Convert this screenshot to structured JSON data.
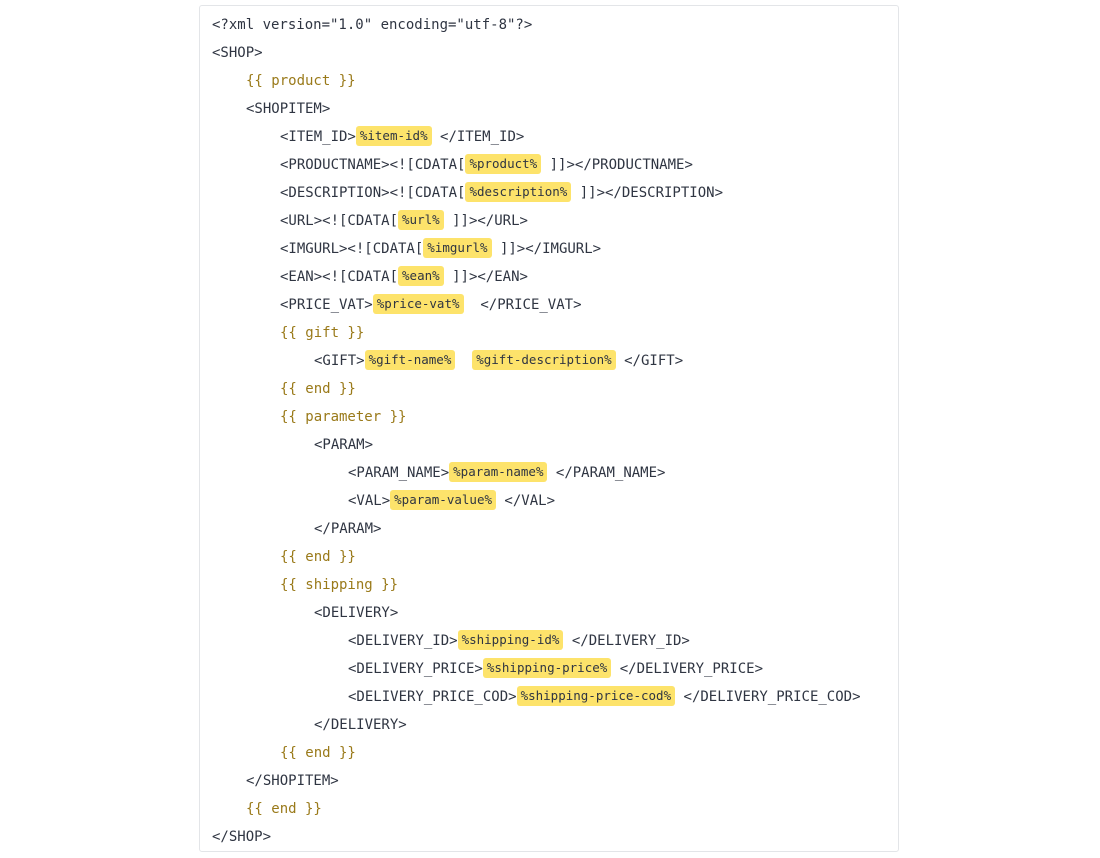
{
  "editor": {
    "lines": [
      {
        "indent": 0,
        "segments": [
          {
            "t": "text",
            "v": "<?xml version=\"1.0\" encoding=\"utf-8\"?>"
          }
        ]
      },
      {
        "indent": 0,
        "segments": [
          {
            "t": "text",
            "v": "<SHOP>"
          }
        ]
      },
      {
        "indent": 1,
        "segments": [
          {
            "t": "tpl",
            "v": "{{ product }}"
          }
        ]
      },
      {
        "indent": 1,
        "segments": [
          {
            "t": "text",
            "v": "<SHOPITEM>"
          }
        ]
      },
      {
        "indent": 2,
        "segments": [
          {
            "t": "text",
            "v": "<ITEM_ID>"
          },
          {
            "t": "ph",
            "v": "%item-id%"
          },
          {
            "t": "text",
            "v": " </ITEM_ID>"
          }
        ]
      },
      {
        "indent": 2,
        "segments": [
          {
            "t": "text",
            "v": "<PRODUCTNAME><![CDATA["
          },
          {
            "t": "ph",
            "v": "%product%"
          },
          {
            "t": "text",
            "v": " ]]></PRODUCTNAME>"
          }
        ]
      },
      {
        "indent": 2,
        "segments": [
          {
            "t": "text",
            "v": "<DESCRIPTION><![CDATA["
          },
          {
            "t": "ph",
            "v": "%description%"
          },
          {
            "t": "text",
            "v": " ]]></DESCRIPTION>"
          }
        ]
      },
      {
        "indent": 2,
        "segments": [
          {
            "t": "text",
            "v": "<URL><![CDATA["
          },
          {
            "t": "ph",
            "v": "%url%"
          },
          {
            "t": "text",
            "v": " ]]></URL>"
          }
        ]
      },
      {
        "indent": 2,
        "segments": [
          {
            "t": "text",
            "v": "<IMGURL><![CDATA["
          },
          {
            "t": "ph",
            "v": "%imgurl%"
          },
          {
            "t": "text",
            "v": " ]]></IMGURL>"
          }
        ]
      },
      {
        "indent": 2,
        "segments": [
          {
            "t": "text",
            "v": "<EAN><![CDATA["
          },
          {
            "t": "ph",
            "v": "%ean%"
          },
          {
            "t": "text",
            "v": " ]]></EAN>"
          }
        ]
      },
      {
        "indent": 2,
        "segments": [
          {
            "t": "text",
            "v": "<PRICE_VAT>"
          },
          {
            "t": "ph",
            "v": "%price-vat%"
          },
          {
            "t": "text",
            "v": "  </PRICE_VAT>"
          }
        ]
      },
      {
        "indent": 2,
        "segments": [
          {
            "t": "tpl",
            "v": "{{ gift }}"
          }
        ]
      },
      {
        "indent": 3,
        "segments": [
          {
            "t": "text",
            "v": "<GIFT>"
          },
          {
            "t": "ph",
            "v": "%gift-name%"
          },
          {
            "t": "text",
            "v": "  "
          },
          {
            "t": "ph",
            "v": "%gift-description%"
          },
          {
            "t": "text",
            "v": " </GIFT>"
          }
        ]
      },
      {
        "indent": 2,
        "segments": [
          {
            "t": "tpl",
            "v": "{{ end }}"
          }
        ]
      },
      {
        "indent": 2,
        "segments": [
          {
            "t": "tpl",
            "v": "{{ parameter }}"
          }
        ]
      },
      {
        "indent": 3,
        "segments": [
          {
            "t": "text",
            "v": "<PARAM>"
          }
        ]
      },
      {
        "indent": 4,
        "segments": [
          {
            "t": "text",
            "v": "<PARAM_NAME>"
          },
          {
            "t": "ph",
            "v": "%param-name%"
          },
          {
            "t": "text",
            "v": " </PARAM_NAME>"
          }
        ]
      },
      {
        "indent": 4,
        "segments": [
          {
            "t": "text",
            "v": "<VAL>"
          },
          {
            "t": "ph",
            "v": "%param-value%"
          },
          {
            "t": "text",
            "v": " </VAL>"
          }
        ]
      },
      {
        "indent": 3,
        "segments": [
          {
            "t": "text",
            "v": "</PARAM>"
          }
        ]
      },
      {
        "indent": 2,
        "segments": [
          {
            "t": "tpl",
            "v": "{{ end }}"
          }
        ]
      },
      {
        "indent": 2,
        "segments": [
          {
            "t": "tpl",
            "v": "{{ shipping }}"
          }
        ]
      },
      {
        "indent": 3,
        "segments": [
          {
            "t": "text",
            "v": "<DELIVERY>"
          }
        ]
      },
      {
        "indent": 4,
        "segments": [
          {
            "t": "text",
            "v": "<DELIVERY_ID>"
          },
          {
            "t": "ph",
            "v": "%shipping-id%"
          },
          {
            "t": "text",
            "v": " </DELIVERY_ID>"
          }
        ]
      },
      {
        "indent": 4,
        "segments": [
          {
            "t": "text",
            "v": "<DELIVERY_PRICE>"
          },
          {
            "t": "ph",
            "v": "%shipping-price%"
          },
          {
            "t": "text",
            "v": " </DELIVERY_PRICE>"
          }
        ]
      },
      {
        "indent": 4,
        "segments": [
          {
            "t": "text",
            "v": "<DELIVERY_PRICE_COD>"
          },
          {
            "t": "ph",
            "v": "%shipping-price-cod%"
          },
          {
            "t": "text",
            "v": " </DELIVERY_PRICE_COD>"
          }
        ]
      },
      {
        "indent": 3,
        "segments": [
          {
            "t": "text",
            "v": "</DELIVERY>"
          }
        ]
      },
      {
        "indent": 2,
        "segments": [
          {
            "t": "tpl",
            "v": "{{ end }}"
          }
        ]
      },
      {
        "indent": 1,
        "segments": [
          {
            "t": "text",
            "v": "</SHOPITEM>"
          }
        ]
      },
      {
        "indent": 1,
        "segments": [
          {
            "t": "tpl",
            "v": "{{ end }}"
          }
        ]
      },
      {
        "indent": 0,
        "segments": [
          {
            "t": "text",
            "v": "</SHOP>"
          }
        ]
      }
    ]
  }
}
